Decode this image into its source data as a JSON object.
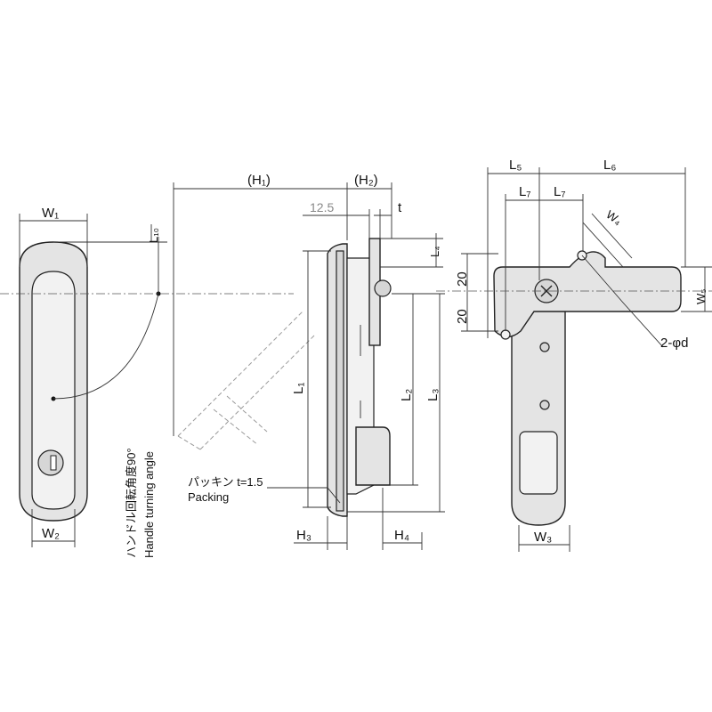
{
  "labels": {
    "w1": "W₁",
    "w2": "W₂",
    "w3": "W₃",
    "w4": "W₄",
    "w5": "W₅",
    "l1": "L₁",
    "l2": "L₂",
    "l3": "L₃",
    "l4": "L₄",
    "l5": "L₅",
    "l6": "L₆",
    "l7a": "L₇",
    "l7b": "L₇",
    "l10": "L₁₀",
    "h1": "(H₁)",
    "h2": "(H₂)",
    "h3": "H₃",
    "h4": "H₄",
    "t": "t",
    "dim_12_5": "12.5",
    "dim_20_top": "20",
    "dim_20_bottom": "20",
    "holes": "2-φd",
    "handle_angle_jp": "ハンドル回転角度90°",
    "handle_angle_en": "Handle turning angle",
    "packing_jp": "パッキン t=1.5",
    "packing_en": "Packing"
  }
}
